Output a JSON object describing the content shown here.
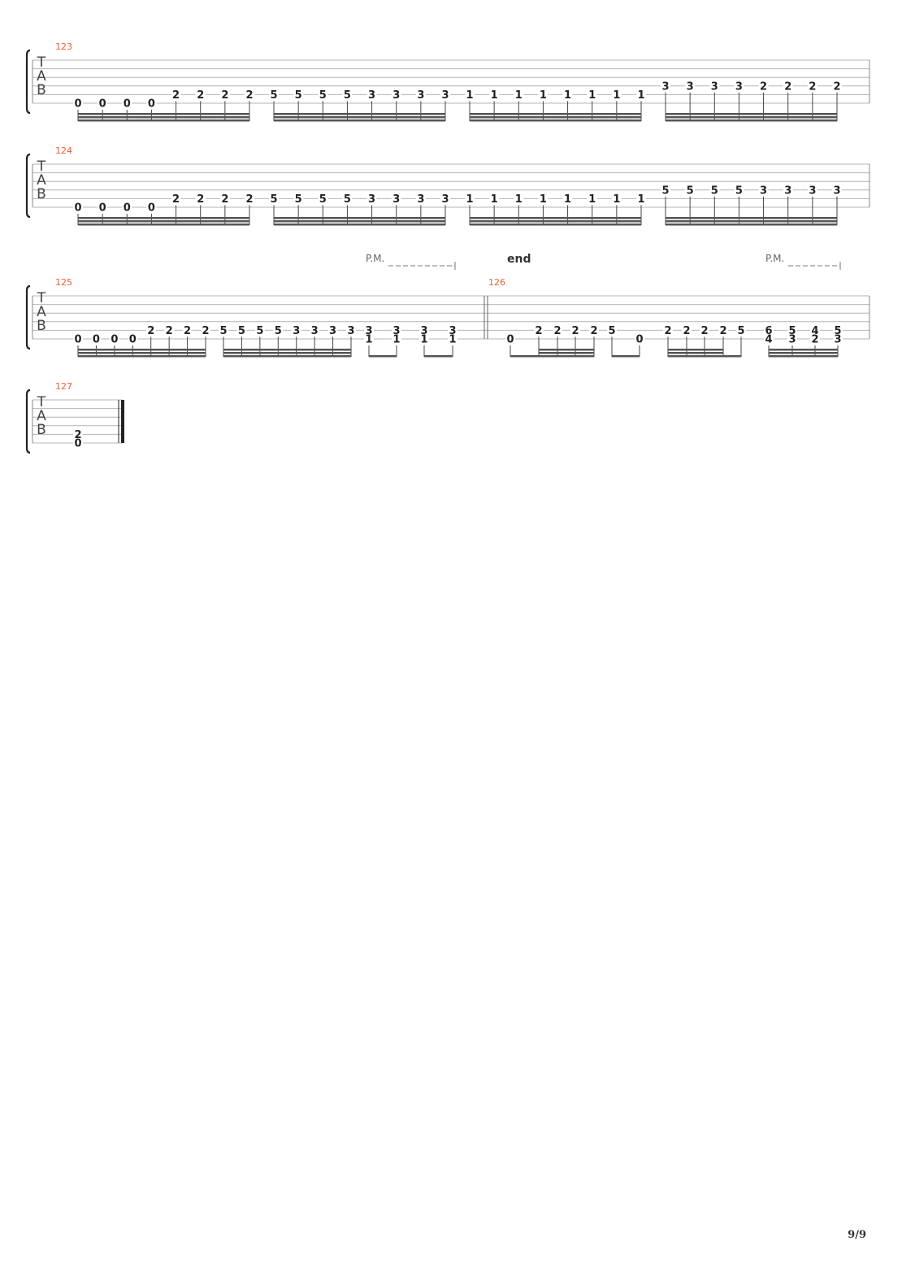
{
  "page_number": "9/9",
  "tab_clef": [
    "T",
    "A",
    "B"
  ],
  "annotations": {
    "palm_mute": "P.M.",
    "end_label": "end"
  },
  "systems": [
    {
      "measures": [
        {
          "number": "123",
          "groups": [
            {
              "beams": 3,
              "beats": [
                [
                  "0"
                ],
                [
                  "0"
                ],
                [
                  "0"
                ],
                [
                  "0"
                ],
                [
                  "2"
                ],
                [
                  "2"
                ],
                [
                  "2"
                ],
                [
                  "2"
                ]
              ],
              "strings": [
                [
                  6
                ],
                [
                  6
                ],
                [
                  6
                ],
                [
                  6
                ],
                [
                  5
                ],
                [
                  5
                ],
                [
                  5
                ],
                [
                  5
                ]
              ]
            },
            {
              "beams": 3,
              "beats": [
                [
                  "5"
                ],
                [
                  "5"
                ],
                [
                  "5"
                ],
                [
                  "5"
                ],
                [
                  "3"
                ],
                [
                  "3"
                ],
                [
                  "3"
                ],
                [
                  "3"
                ]
              ],
              "strings": [
                [
                  5
                ],
                [
                  5
                ],
                [
                  5
                ],
                [
                  5
                ],
                [
                  5
                ],
                [
                  5
                ],
                [
                  5
                ],
                [
                  5
                ]
              ]
            },
            {
              "beams": 3,
              "beats": [
                [
                  "1"
                ],
                [
                  "1"
                ],
                [
                  "1"
                ],
                [
                  "1"
                ],
                [
                  "1"
                ],
                [
                  "1"
                ],
                [
                  "1"
                ],
                [
                  "1"
                ]
              ],
              "strings": [
                [
                  5
                ],
                [
                  5
                ],
                [
                  5
                ],
                [
                  5
                ],
                [
                  5
                ],
                [
                  5
                ],
                [
                  5
                ],
                [
                  5
                ]
              ]
            },
            {
              "beams": 3,
              "beats": [
                [
                  "3"
                ],
                [
                  "3"
                ],
                [
                  "3"
                ],
                [
                  "3"
                ],
                [
                  "2"
                ],
                [
                  "2"
                ],
                [
                  "2"
                ],
                [
                  "2"
                ]
              ],
              "strings": [
                [
                  4
                ],
                [
                  4
                ],
                [
                  4
                ],
                [
                  4
                ],
                [
                  4
                ],
                [
                  4
                ],
                [
                  4
                ],
                [
                  4
                ]
              ]
            }
          ]
        }
      ]
    },
    {
      "measures": [
        {
          "number": "124",
          "groups": [
            {
              "beams": 3,
              "beats": [
                [
                  "0"
                ],
                [
                  "0"
                ],
                [
                  "0"
                ],
                [
                  "0"
                ],
                [
                  "2"
                ],
                [
                  "2"
                ],
                [
                  "2"
                ],
                [
                  "2"
                ]
              ],
              "strings": [
                [
                  6
                ],
                [
                  6
                ],
                [
                  6
                ],
                [
                  6
                ],
                [
                  5
                ],
                [
                  5
                ],
                [
                  5
                ],
                [
                  5
                ]
              ]
            },
            {
              "beams": 3,
              "beats": [
                [
                  "5"
                ],
                [
                  "5"
                ],
                [
                  "5"
                ],
                [
                  "5"
                ],
                [
                  "3"
                ],
                [
                  "3"
                ],
                [
                  "3"
                ],
                [
                  "3"
                ]
              ],
              "strings": [
                [
                  5
                ],
                [
                  5
                ],
                [
                  5
                ],
                [
                  5
                ],
                [
                  5
                ],
                [
                  5
                ],
                [
                  5
                ],
                [
                  5
                ]
              ]
            },
            {
              "beams": 3,
              "beats": [
                [
                  "1"
                ],
                [
                  "1"
                ],
                [
                  "1"
                ],
                [
                  "1"
                ],
                [
                  "1"
                ],
                [
                  "1"
                ],
                [
                  "1"
                ],
                [
                  "1"
                ]
              ],
              "strings": [
                [
                  5
                ],
                [
                  5
                ],
                [
                  5
                ],
                [
                  5
                ],
                [
                  5
                ],
                [
                  5
                ],
                [
                  5
                ],
                [
                  5
                ]
              ]
            },
            {
              "beams": 3,
              "beats": [
                [
                  "5"
                ],
                [
                  "5"
                ],
                [
                  "5"
                ],
                [
                  "5"
                ],
                [
                  "3"
                ],
                [
                  "3"
                ],
                [
                  "3"
                ],
                [
                  "3"
                ]
              ],
              "strings": [
                [
                  4
                ],
                [
                  4
                ],
                [
                  4
                ],
                [
                  4
                ],
                [
                  4
                ],
                [
                  4
                ],
                [
                  4
                ],
                [
                  4
                ]
              ]
            }
          ]
        }
      ]
    },
    {
      "measures": [
        {
          "number": "125",
          "groups": [
            {
              "beams": 3,
              "beats": [
                [
                  "0"
                ],
                [
                  "0"
                ],
                [
                  "0"
                ],
                [
                  "0"
                ],
                [
                  "2"
                ],
                [
                  "2"
                ],
                [
                  "2"
                ],
                [
                  "2"
                ]
              ],
              "strings": [
                [
                  6
                ],
                [
                  6
                ],
                [
                  6
                ],
                [
                  6
                ],
                [
                  5
                ],
                [
                  5
                ],
                [
                  5
                ],
                [
                  5
                ]
              ]
            },
            {
              "beams": 3,
              "beats": [
                [
                  "5"
                ],
                [
                  "5"
                ],
                [
                  "5"
                ],
                [
                  "5"
                ],
                [
                  "3"
                ],
                [
                  "3"
                ],
                [
                  "3"
                ],
                [
                  "3"
                ]
              ],
              "strings": [
                [
                  5
                ],
                [
                  5
                ],
                [
                  5
                ],
                [
                  5
                ],
                [
                  5
                ],
                [
                  5
                ],
                [
                  5
                ],
                [
                  5
                ]
              ]
            },
            {
              "beams": 1,
              "beats": [
                [
                  "3",
                  "1"
                ],
                [
                  "3",
                  "1"
                ]
              ],
              "strings": [
                [
                  5,
                  6
                ],
                [
                  5,
                  6
                ]
              ]
            },
            {
              "beams": 1,
              "beats": [
                [
                  "3",
                  "1"
                ],
                [
                  "3",
                  "1"
                ]
              ],
              "strings": [
                [
                  5,
                  6
                ],
                [
                  5,
                  6
                ]
              ]
            }
          ]
        },
        {
          "number": "126",
          "groups": [
            {
              "beams": 1,
              "beats": [
                [
                  "0"
                ],
                [
                  "2"
                ],
                [
                  "2"
                ],
                [
                  "2"
                ],
                [
                  "2"
                ]
              ],
              "strings": [
                [
                  6
                ],
                [
                  5
                ],
                [
                  5
                ],
                [
                  5
                ],
                [
                  5
                ]
              ],
              "sub_beams": "1-4"
            },
            {
              "beams": 1,
              "beats": [
                [
                  "5"
                ],
                [
                  "0"
                ]
              ],
              "strings": [
                [
                  5
                ],
                [
                  6
                ]
              ]
            },
            {
              "beams": 1,
              "beats": [
                [
                  "2"
                ],
                [
                  "2"
                ],
                [
                  "2"
                ],
                [
                  "2"
                ],
                [
                  "5"
                ]
              ],
              "strings": [
                [
                  5
                ],
                [
                  5
                ],
                [
                  5
                ],
                [
                  5
                ],
                [
                  5
                ]
              ],
              "sub_beams": "0-3"
            },
            {
              "beams": 3,
              "beats": [
                [
                  "6",
                  "4"
                ],
                [
                  "5",
                  "3"
                ],
                [
                  "4",
                  "2"
                ],
                [
                  "5",
                  "3"
                ]
              ],
              "strings": [
                [
                  5,
                  6
                ],
                [
                  5,
                  6
                ],
                [
                  5,
                  6
                ],
                [
                  5,
                  6
                ]
              ]
            }
          ]
        }
      ]
    },
    {
      "measures": [
        {
          "number": "127",
          "groups": [
            {
              "beams": 0,
              "beats": [
                [
                  "2",
                  "0"
                ]
              ],
              "strings": [
                [
                  5,
                  6
                ]
              ]
            }
          ]
        }
      ]
    }
  ]
}
